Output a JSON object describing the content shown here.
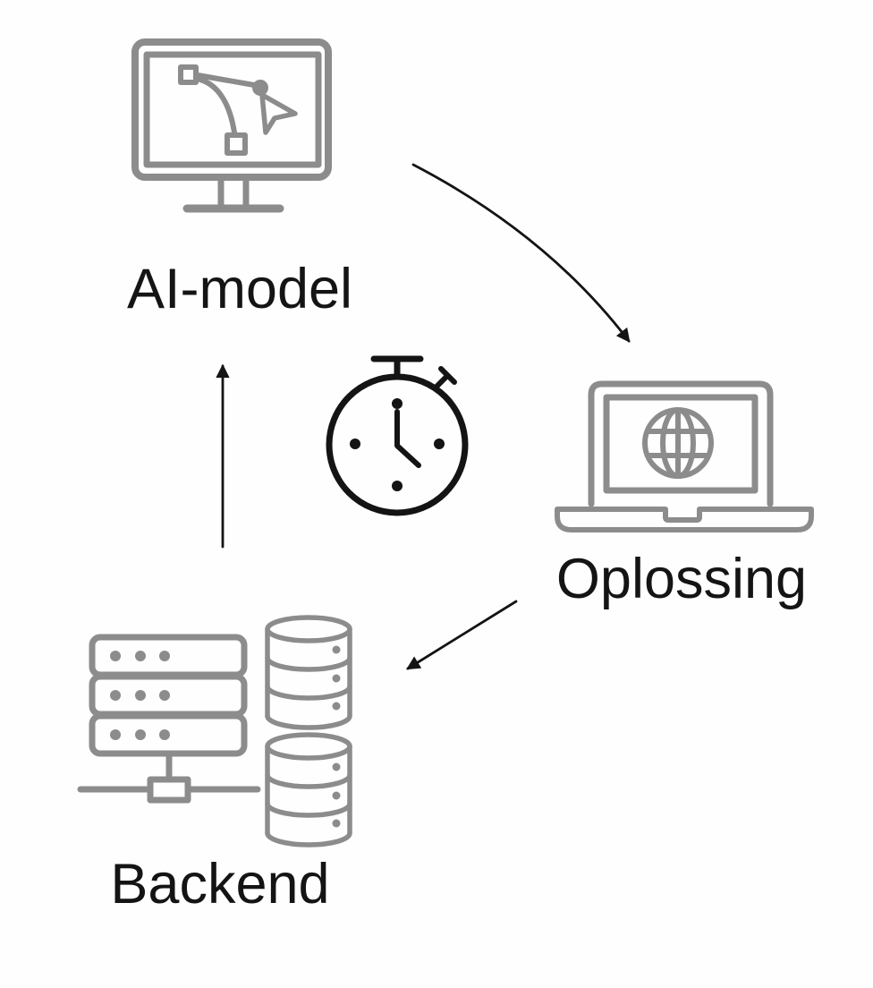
{
  "diagram": {
    "type": "cycle-flow-diagram",
    "nodes": [
      {
        "id": "ai-model",
        "label": "AI-model",
        "icon": "monitor-bezier-icon"
      },
      {
        "id": "oplossing",
        "label": "Oplossing",
        "icon": "laptop-globe-icon"
      },
      {
        "id": "backend",
        "label": "Backend",
        "icon": "server-database-icon"
      }
    ],
    "center_icon": "stopwatch-icon",
    "edges": [
      {
        "from": "AI-model",
        "to": "Oplossing"
      },
      {
        "from": "Oplossing",
        "to": "Backend"
      },
      {
        "from": "Backend",
        "to": "AI-model"
      }
    ],
    "colors": {
      "icon_gray": "#8c8c8c",
      "ink_black": "#141414",
      "background": "#fefefe",
      "text": "#141414"
    }
  }
}
